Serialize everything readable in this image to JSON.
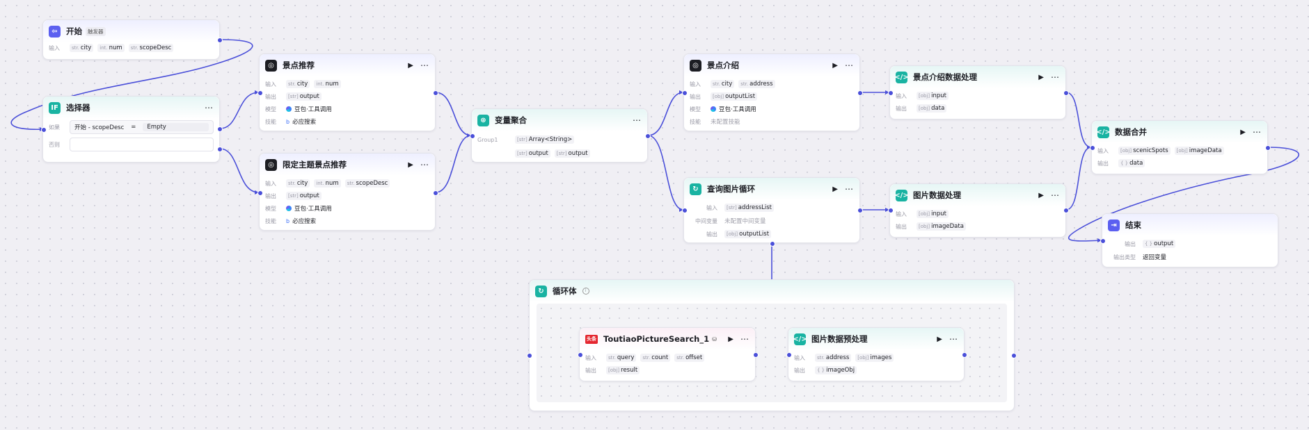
{
  "labels": {
    "input": "输入",
    "output": "输出",
    "model": "模型",
    "skill": "技能",
    "if": "如果",
    "else": "否则",
    "middle_var": "中间变量",
    "output_type": "输出类型"
  },
  "nodes": {
    "start": {
      "title": "开始",
      "badge": "触发器",
      "inputs": [
        {
          "type": "str.",
          "name": "city"
        },
        {
          "type": "int.",
          "name": "num"
        },
        {
          "type": "str.",
          "name": "scopeDesc"
        }
      ]
    },
    "selector": {
      "title": "选择器",
      "cond_left": "开始 - scopeDesc",
      "cond_op": "=",
      "cond_right": "Empty"
    },
    "scenic_recommend": {
      "title": "景点推荐",
      "inputs": [
        {
          "type": "str.",
          "name": "city"
        },
        {
          "type": "int.",
          "name": "num"
        }
      ],
      "outputs": [
        {
          "type": "[str]",
          "name": "output"
        }
      ],
      "model": "豆包·工具调用",
      "skill": "必应搜索"
    },
    "theme_recommend": {
      "title": "限定主题景点推荐",
      "inputs": [
        {
          "type": "str.",
          "name": "city"
        },
        {
          "type": "int.",
          "name": "num"
        },
        {
          "type": "str.",
          "name": "scopeDesc"
        }
      ],
      "outputs": [
        {
          "type": "[str]",
          "name": "output"
        }
      ],
      "model": "豆包·工具调用",
      "skill": "必应搜索"
    },
    "var_merge": {
      "title": "变量聚合",
      "group": "Group1",
      "group_type": {
        "type": "[str]",
        "name": "Array<String>"
      },
      "vars": [
        {
          "type": "[str]",
          "name": "output"
        },
        {
          "type": "[str]",
          "name": "output"
        }
      ]
    },
    "scenic_intro": {
      "title": "景点介绍",
      "inputs": [
        {
          "type": "str.",
          "name": "city"
        },
        {
          "type": "str.",
          "name": "address"
        }
      ],
      "outputs": [
        {
          "type": "[obj]",
          "name": "outputList"
        }
      ],
      "model": "豆包·工具调用",
      "skill": "未配置技能"
    },
    "image_loop": {
      "title": "查询图片循环",
      "inputs": [
        {
          "type": "[str]",
          "name": "addressList"
        }
      ],
      "middle": "未配置中间变量",
      "outputs": [
        {
          "type": "[obj]",
          "name": "outputList"
        }
      ]
    },
    "intro_process": {
      "title": "景点介绍数据处理",
      "inputs": [
        {
          "type": "[obj]",
          "name": "input"
        }
      ],
      "outputs": [
        {
          "type": "[obj]",
          "name": "data"
        }
      ]
    },
    "image_process": {
      "title": "图片数据处理",
      "inputs": [
        {
          "type": "[obj]",
          "name": "input"
        }
      ],
      "outputs": [
        {
          "type": "[obj]",
          "name": "imageData"
        }
      ]
    },
    "data_merge": {
      "title": "数据合并",
      "inputs": [
        {
          "type": "[obj]",
          "name": "scenicSpots"
        },
        {
          "type": "[obj]",
          "name": "imageData"
        }
      ],
      "outputs": [
        {
          "type": "{ }",
          "name": "data"
        }
      ]
    },
    "end": {
      "title": "结束",
      "outputs": [
        {
          "type": "{ }",
          "name": "output"
        }
      ],
      "output_type": "返回变量"
    },
    "loop_body": {
      "title": "循环体"
    },
    "toutiao": {
      "title": "ToutiaoPictureSearch_1",
      "logo": "头条",
      "inputs": [
        {
          "type": "str.",
          "name": "query"
        },
        {
          "type": "str.",
          "name": "count"
        },
        {
          "type": "str.",
          "name": "offset"
        }
      ],
      "outputs": [
        {
          "type": "[obj]",
          "name": "result"
        }
      ]
    },
    "image_pre": {
      "title": "图片数据预处理",
      "inputs": [
        {
          "type": "str.",
          "name": "address"
        },
        {
          "type": "[obj]",
          "name": "images"
        }
      ],
      "outputs": [
        {
          "type": "{ }",
          "name": "imageObj"
        }
      ]
    }
  },
  "colors": {
    "accent": "#4a4fd9",
    "teal": "#19b3a2",
    "canvas": "#f0eff4"
  }
}
